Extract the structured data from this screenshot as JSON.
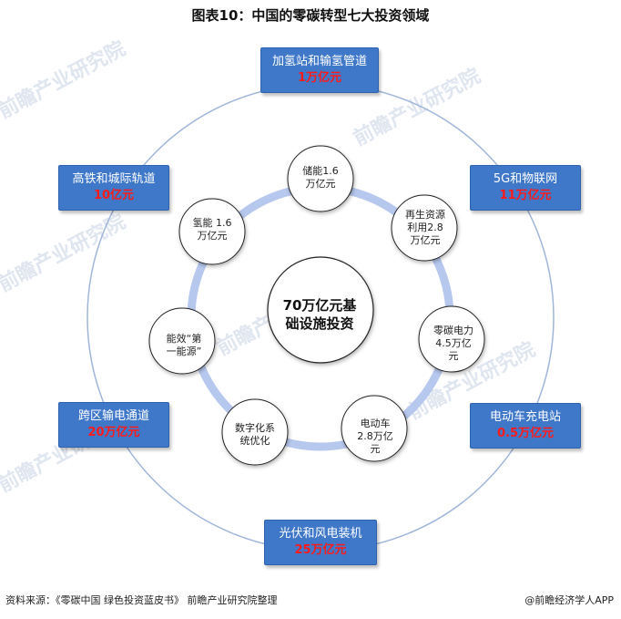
{
  "title": "图表10：中国的零碳转型七大投资领域",
  "center": {
    "line1": "70万亿元基",
    "line2": "础设施投资"
  },
  "inner_nodes": [
    {
      "line1": "储能1.6",
      "line2": "万亿元",
      "line3": ""
    },
    {
      "line1": "再生资源",
      "line2": "利用2.8",
      "line3": "万亿元"
    },
    {
      "line1": "零碳电力",
      "line2": "4.5万亿",
      "line3": "元"
    },
    {
      "line1": "电动车",
      "line2": "2.8万亿",
      "line3": "元"
    },
    {
      "line1": "数字化系",
      "line2": "统优化",
      "line3": ""
    },
    {
      "line1": "能效“第",
      "line2": "一能源”",
      "line3": ""
    },
    {
      "line1": "氢能 1.6",
      "line2": "万亿元",
      "line3": ""
    }
  ],
  "outer_boxes": [
    {
      "name": "加氢站和输氢管道",
      "value": "1万亿元"
    },
    {
      "name": "5G和物联网",
      "value": "11万亿元"
    },
    {
      "name": "电动车充电站",
      "value": "0.5万亿元"
    },
    {
      "name": "光伏和风电装机",
      "value": "25万亿元"
    },
    {
      "name": "跨区输电通道",
      "value": "20万亿元"
    },
    {
      "name": "高铁和城际轨道",
      "value": "10亿元"
    }
  ],
  "watermark": "前瞻产业研究院",
  "footer": {
    "source": "资料来源：《零碳中国 绿色投资蓝皮书》 前瞻产业研究院整理",
    "brand": "@前瞻经济学人APP"
  },
  "colors": {
    "box_fill": "#3f77c9",
    "value_red": "#ff1a1a",
    "ring": "#b7c8ee",
    "outer_ring": "#9fb6d9"
  }
}
